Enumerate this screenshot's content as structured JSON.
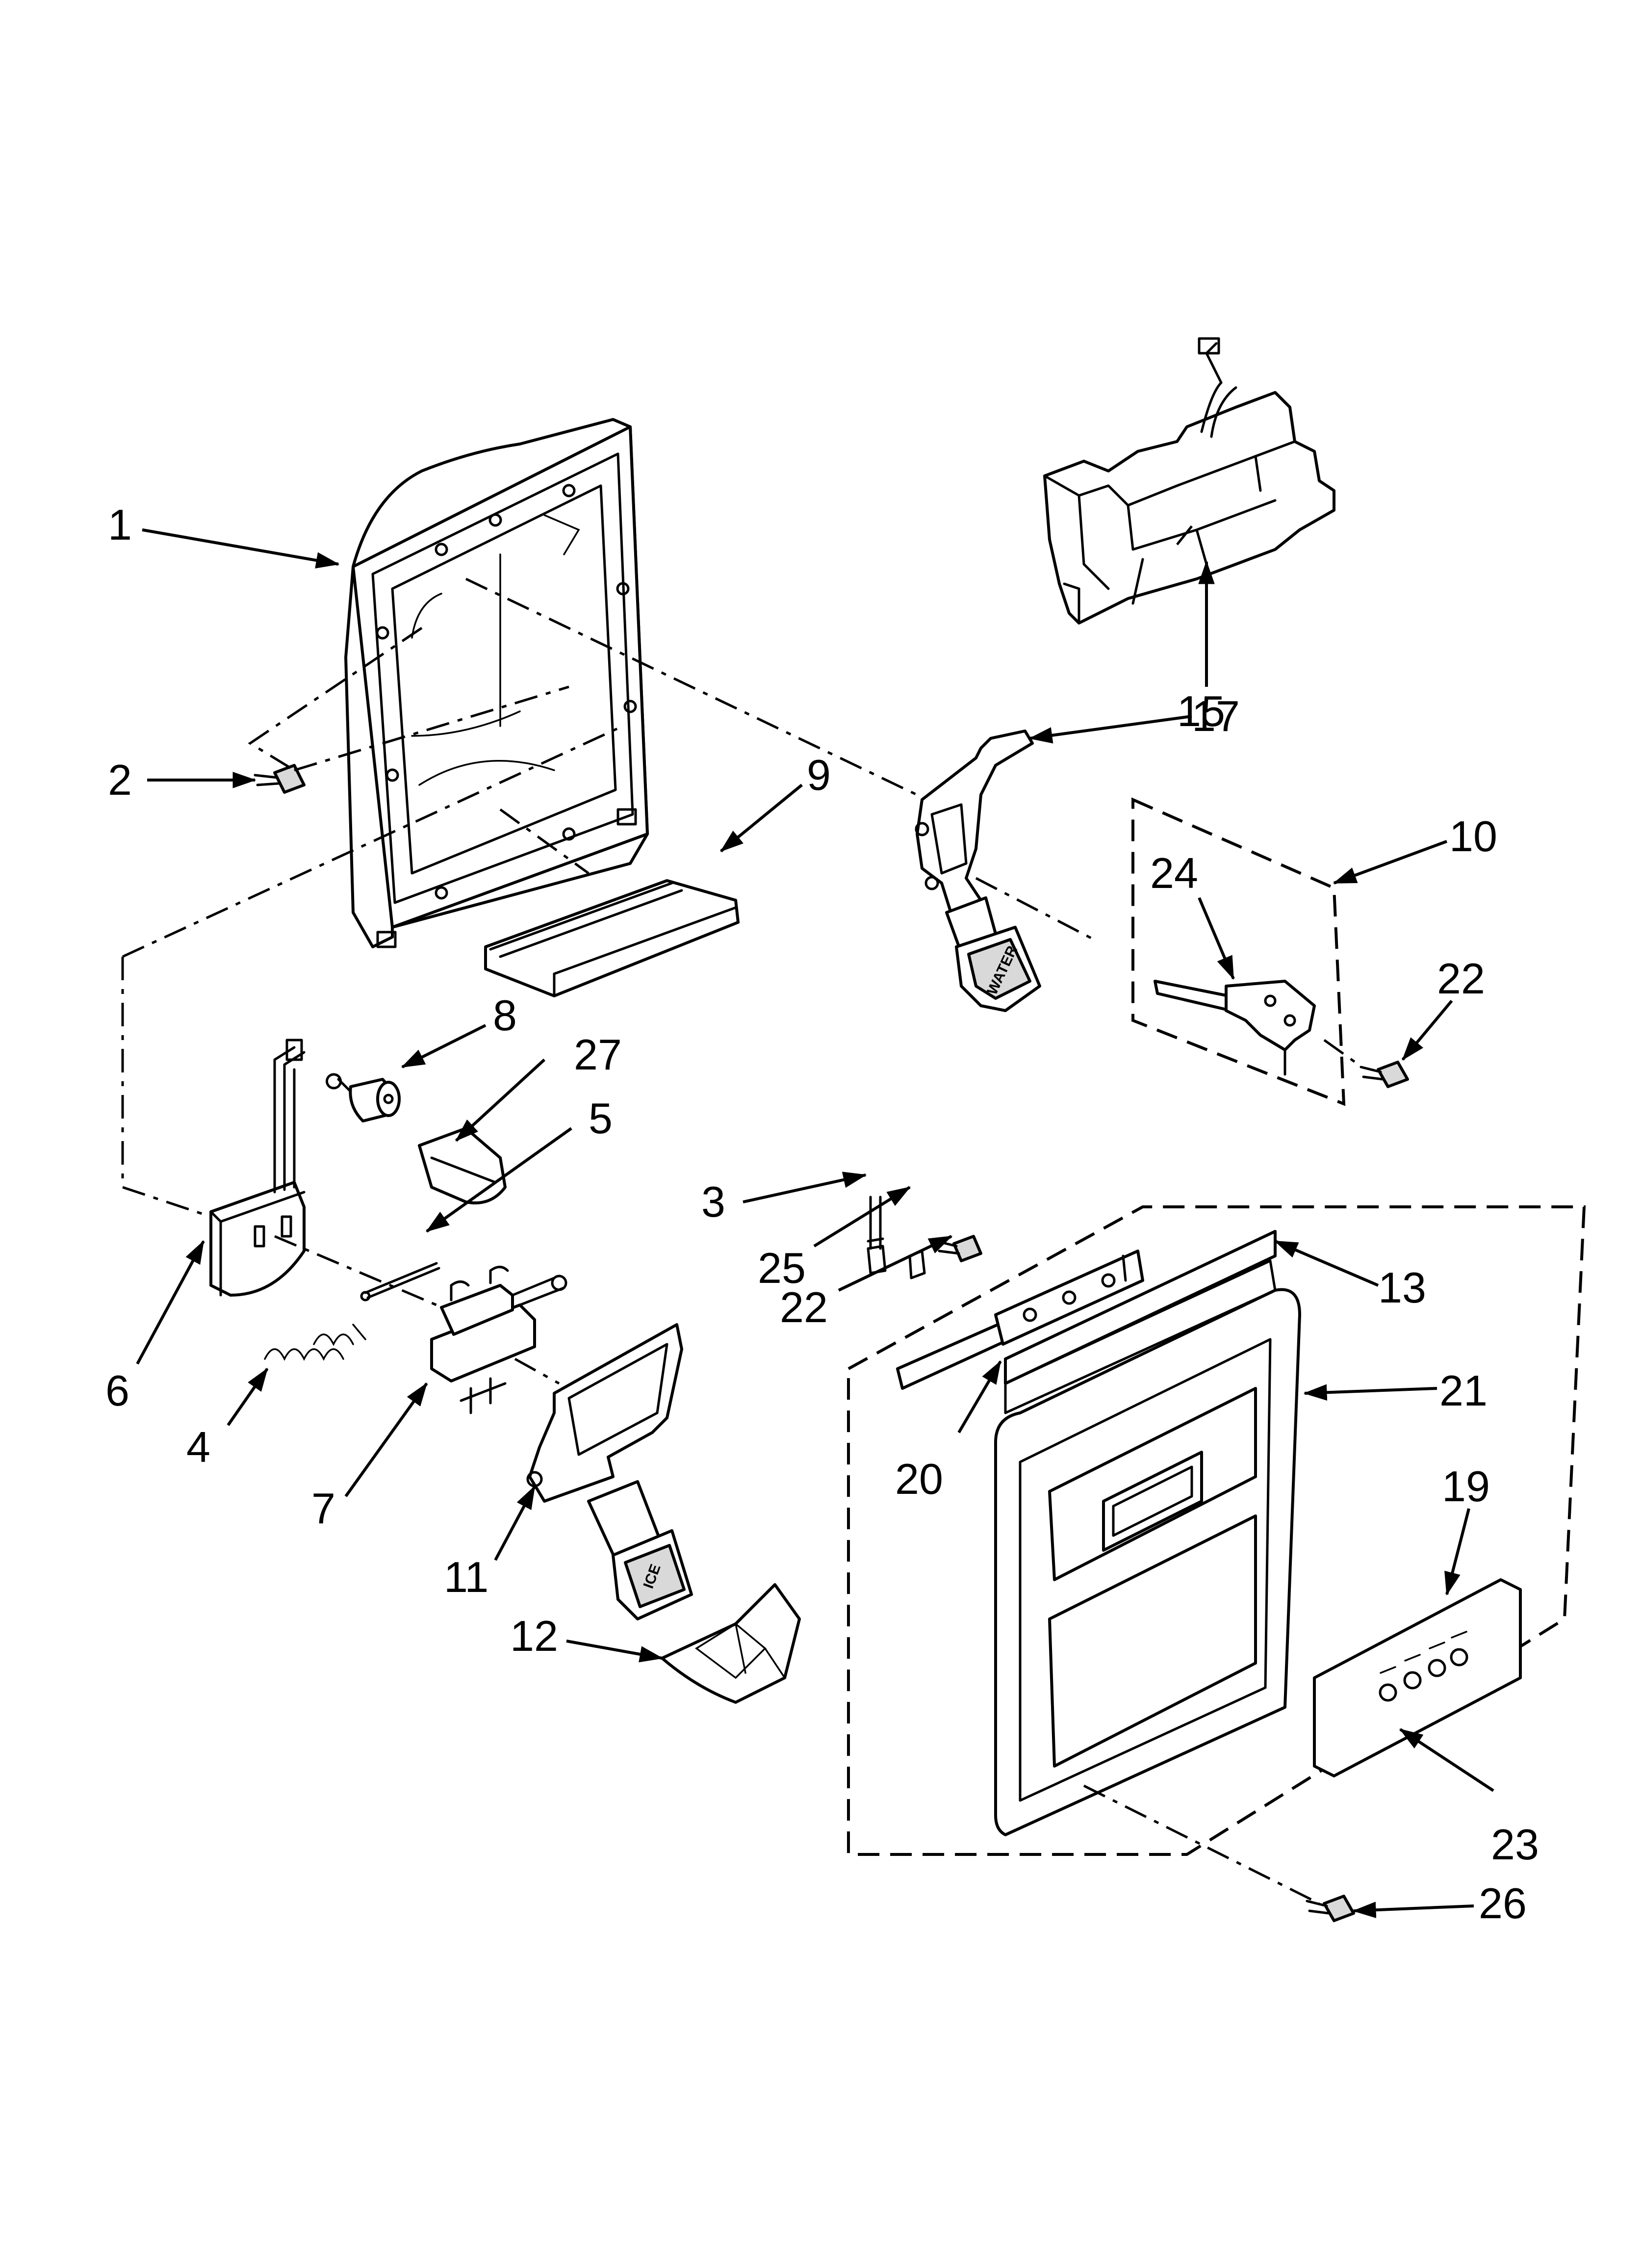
{
  "figure": {
    "pedal_labels": {
      "water": "WATER",
      "ice": "ICE"
    }
  },
  "callouts": [
    {
      "id": "c1",
      "label": "1"
    },
    {
      "id": "c2",
      "label": "2"
    },
    {
      "id": "c3",
      "label": "3"
    },
    {
      "id": "c4",
      "label": "4"
    },
    {
      "id": "c5",
      "label": "5"
    },
    {
      "id": "c6",
      "label": "6"
    },
    {
      "id": "c7",
      "label": "7"
    },
    {
      "id": "c8",
      "label": "8"
    },
    {
      "id": "c9",
      "label": "9"
    },
    {
      "id": "c10",
      "label": "10"
    },
    {
      "id": "c11",
      "label": "11"
    },
    {
      "id": "c12",
      "label": "12"
    },
    {
      "id": "c13",
      "label": "13"
    },
    {
      "id": "c15",
      "label": "15"
    },
    {
      "id": "c17",
      "label": "17"
    },
    {
      "id": "c19",
      "label": "19"
    },
    {
      "id": "c20",
      "label": "20"
    },
    {
      "id": "c21",
      "label": "21"
    },
    {
      "id": "c22a",
      "label": "22"
    },
    {
      "id": "c22b",
      "label": "22"
    },
    {
      "id": "c23",
      "label": "23"
    },
    {
      "id": "c24",
      "label": "24"
    },
    {
      "id": "c25",
      "label": "25"
    },
    {
      "id": "c26",
      "label": "26"
    },
    {
      "id": "c27",
      "label": "27"
    }
  ]
}
